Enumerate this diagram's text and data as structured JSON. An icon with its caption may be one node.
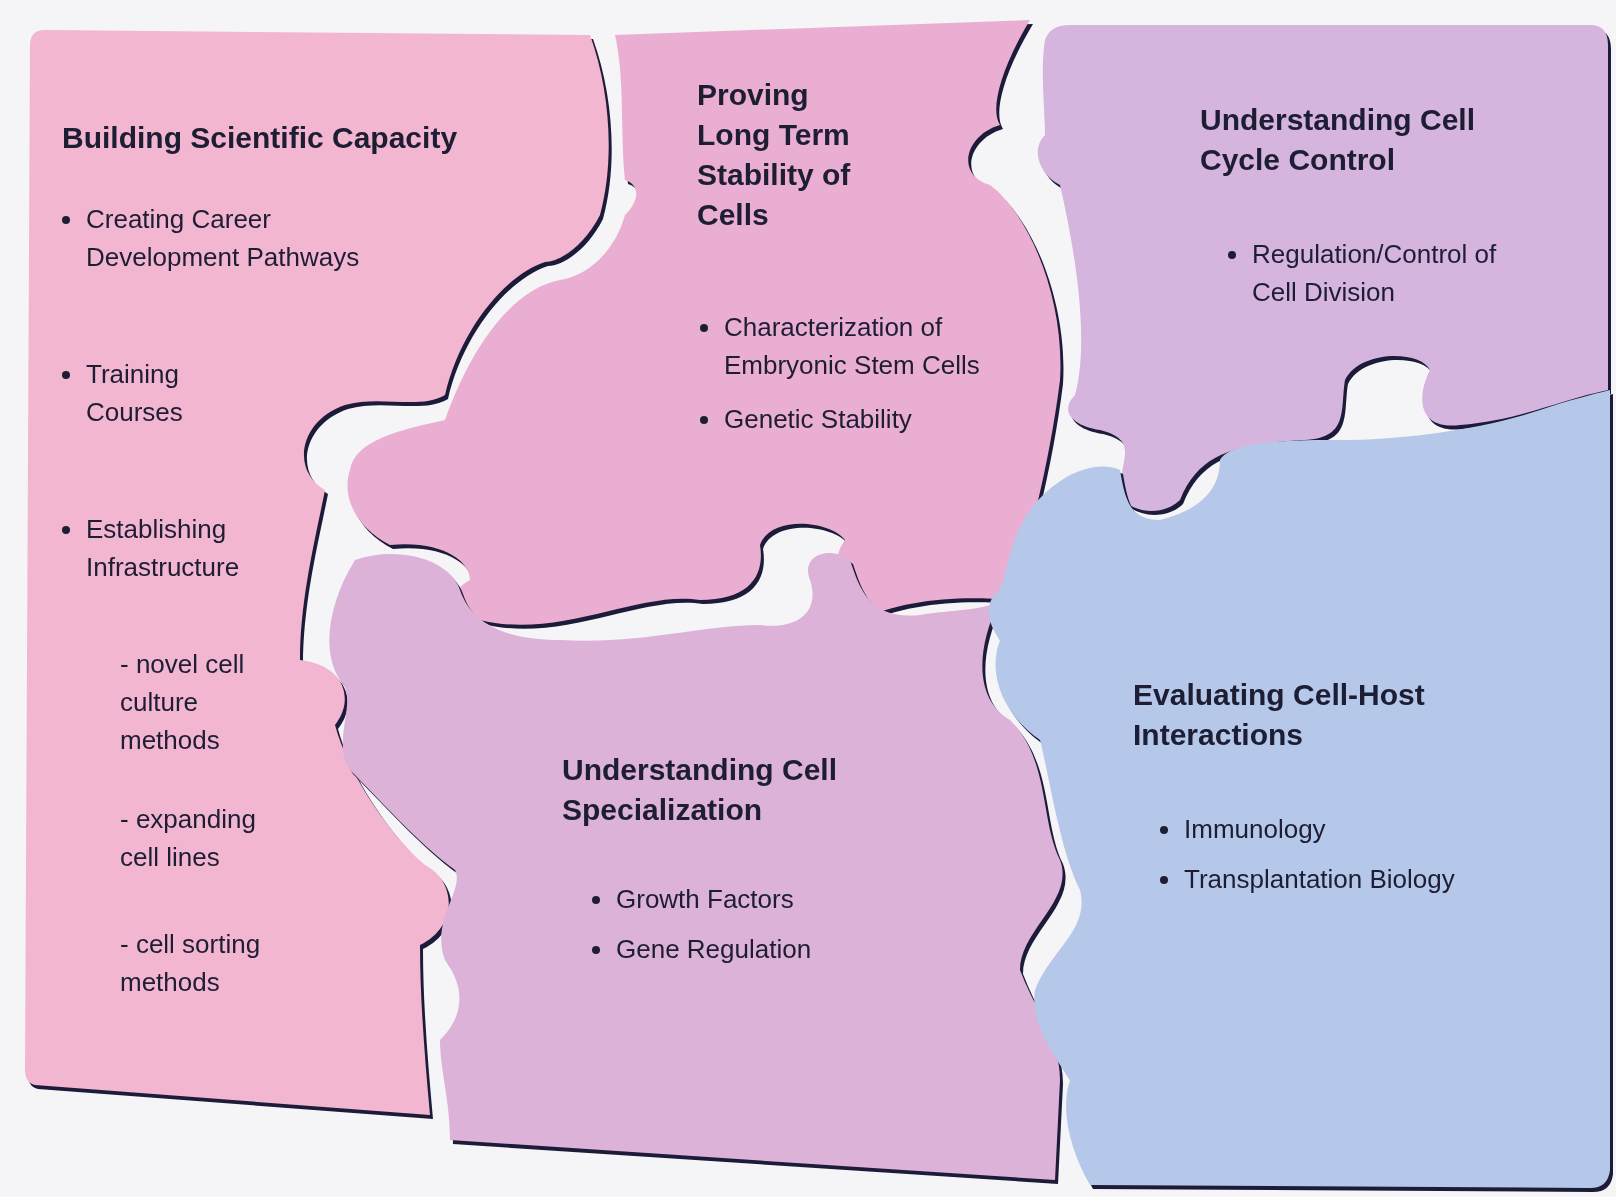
{
  "diagram": {
    "nodes": [
      {
        "text": [
          "Building Scientific Capacity",
          "Creating Career Development Pathways",
          "Training Courses",
          "Establishing Infrastructure",
          "- novel cell culture methods",
          "- expanding cell lines",
          "- cell sorting methods"
        ]
      },
      {
        "text": [
          "Proving Long Term Stability of Cells",
          "Characterization of Embryonic Stem Cells",
          "Genetic Stability"
        ]
      },
      {
        "text": [
          "Understanding Cell Cycle Control",
          "Regulation/Control of Cell Division"
        ]
      },
      {
        "text": [
          "Understanding Cell Specialization",
          "Growth Factors",
          "Gene Regulation"
        ]
      },
      {
        "text": [
          "Evaluating Cell-Host Interactions",
          "Immunology",
          "Transplantation Biology"
        ]
      }
    ]
  }
}
